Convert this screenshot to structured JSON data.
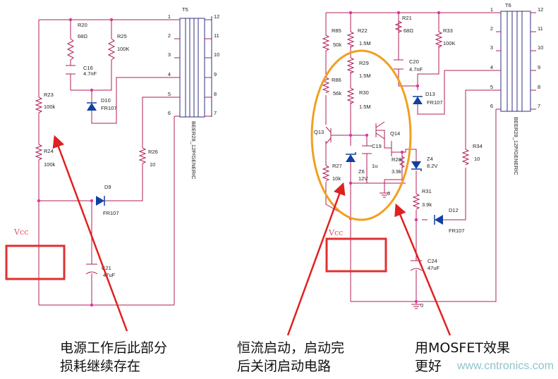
{
  "left": {
    "transformer": "T5",
    "transformer_model": "BEER28_12P/GENERIC",
    "pins_left": [
      "1",
      "2",
      "3",
      "4",
      "5",
      "6"
    ],
    "pins_right": [
      "12",
      "11",
      "10",
      "9",
      "8",
      "7"
    ],
    "R20": "R20",
    "R20_val": "68Ω",
    "R25": "R25",
    "R25_val": "100K",
    "C16": "C16",
    "C16_val": "4.7nF",
    "D10": "D10",
    "D10_val": "FR107",
    "R23": "R23",
    "R23_val": "100k",
    "R24": "R24",
    "R24_val": "100k",
    "R26": "R26",
    "R26_val": "10",
    "D9": "D9",
    "D9_val": "FR107",
    "C21": "C21",
    "C21_val": "47uF",
    "vcc": "Vcc"
  },
  "right": {
    "transformer": "T6",
    "transformer_model": "BEER28_12P/GENERIC",
    "pins_left": [
      "1",
      "2",
      "3",
      "4",
      "5",
      "6"
    ],
    "pins_right": [
      "12",
      "11",
      "10",
      "9",
      "8",
      "7"
    ],
    "R85": "R85",
    "R85_val": "50k",
    "R22": "R22",
    "R22_val": "1.5M",
    "R21": "R21",
    "R21_val": "68Ω",
    "R33": "R33",
    "R33_val": "100K",
    "R86": "R86",
    "R86_val": "56k",
    "R29": "R29",
    "R29_val": "1.5M",
    "C20": "C20",
    "C20_val": "4.7nF",
    "R30": "R30",
    "R30_val": "1.5M",
    "D13": "D13",
    "D13_val": "FR107",
    "Q13": "Q13",
    "Q14": "Q14",
    "C19": "C19",
    "C19_val": "1u",
    "R28": "R28",
    "R28_val": "3.9k",
    "Z4": "Z4",
    "Z4_val": "8.2V",
    "R27": "R27",
    "R27_val": "10k",
    "Z6": "Z6",
    "Z6_val": "12V",
    "R34": "R34",
    "R34_val": "10",
    "R31": "R31",
    "R31_val": "3.9k",
    "D12": "D12",
    "D12_val": "FR107",
    "C24": "C24",
    "C24_val": "47uF",
    "gnd1": "0",
    "gnd2": "0",
    "vcc": "Vcc"
  },
  "captions": {
    "left_line1": "电源工作后此部分",
    "left_line2": "损耗继续存在",
    "mid_line1": "恒流启动，启动完",
    "mid_line2": "后关闭启动电路",
    "right_line1": "用MOSFET效果",
    "right_line2": "更好"
  },
  "watermark": "www.cntronics.com",
  "colors": {
    "wire": "#b01f5a",
    "node": "#e0359a",
    "box": "#e03030",
    "arrow": "#e02020",
    "ellipse": "#f0a020",
    "diode": "#1040a0"
  }
}
